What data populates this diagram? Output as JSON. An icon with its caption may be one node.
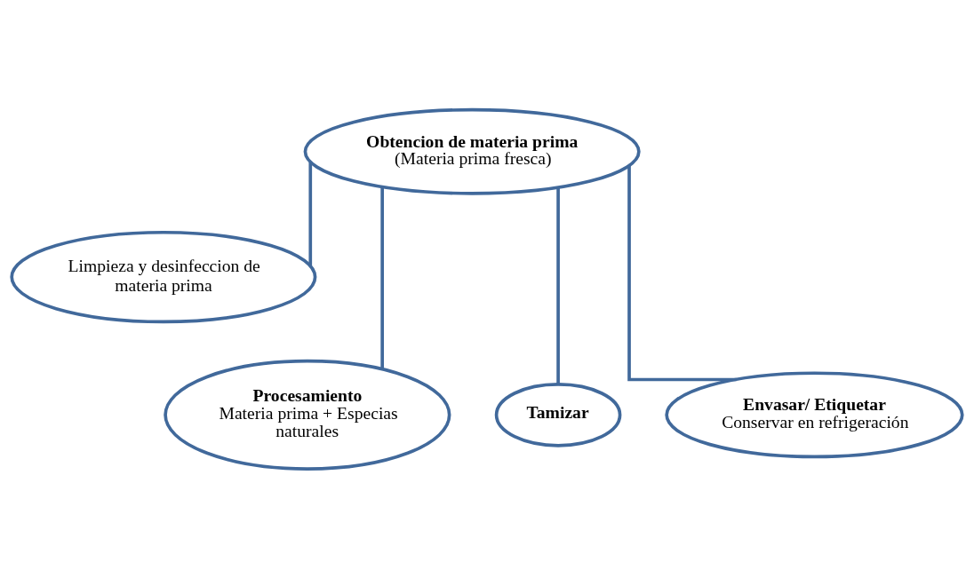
{
  "diagram": {
    "nodes": [
      {
        "text": [
          "Obtencion de materia prima",
          "(Materia prima fresca)"
        ]
      },
      {
        "text": [
          "Limpieza y desinfeccion de materia prima"
        ]
      },
      {
        "text": [
          "Procesamiento",
          "Materia prima + Especias naturales"
        ]
      },
      {
        "text": [
          "Tamizar"
        ]
      },
      {
        "text": [
          "Envasar/ Etiquetar",
          "Conservar en refrigeración"
        ]
      }
    ],
    "edges": [
      {
        "from": 0,
        "to": 1,
        "arrow": "none"
      },
      {
        "from": 0,
        "to": 2,
        "arrow": "none"
      },
      {
        "from": 0,
        "to": 3,
        "arrow": "none"
      },
      {
        "from": 0,
        "to": 4,
        "arrow": "none"
      }
    ]
  }
}
